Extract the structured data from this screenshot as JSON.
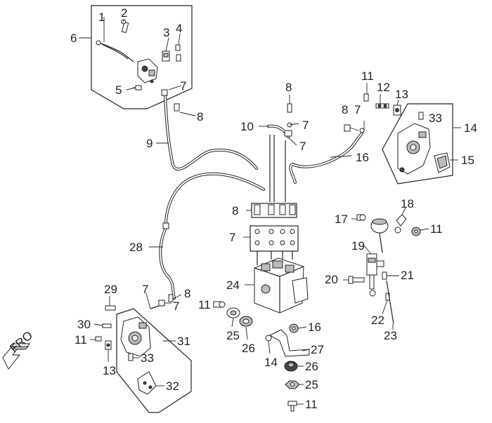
{
  "callouts": [
    {
      "id": "c1",
      "text": "1"
    },
    {
      "id": "c2",
      "text": "2"
    },
    {
      "id": "c3",
      "text": "3"
    },
    {
      "id": "c4",
      "text": "4"
    },
    {
      "id": "c5",
      "text": "5"
    },
    {
      "id": "c6",
      "text": "6"
    },
    {
      "id": "c7a",
      "text": "7"
    },
    {
      "id": "c8a",
      "text": "8"
    },
    {
      "id": "c9",
      "text": "9"
    },
    {
      "id": "c8b",
      "text": "8"
    },
    {
      "id": "c10",
      "text": "10"
    },
    {
      "id": "c7b",
      "text": "7"
    },
    {
      "id": "c7c",
      "text": "7"
    },
    {
      "id": "c11a",
      "text": "11"
    },
    {
      "id": "c12",
      "text": "12"
    },
    {
      "id": "c13a",
      "text": "13"
    },
    {
      "id": "c8c",
      "text": "8"
    },
    {
      "id": "c7d",
      "text": "7"
    },
    {
      "id": "c33a",
      "text": "33"
    },
    {
      "id": "c14a",
      "text": "14"
    },
    {
      "id": "c16a",
      "text": "16"
    },
    {
      "id": "c15",
      "text": "15"
    },
    {
      "id": "c8d",
      "text": "8"
    },
    {
      "id": "c7e",
      "text": "7"
    },
    {
      "id": "c17",
      "text": "17"
    },
    {
      "id": "c18",
      "text": "18"
    },
    {
      "id": "c11b",
      "text": "11"
    },
    {
      "id": "c19",
      "text": "19"
    },
    {
      "id": "c28",
      "text": "28"
    },
    {
      "id": "c20",
      "text": "20"
    },
    {
      "id": "c21",
      "text": "21"
    },
    {
      "id": "c24",
      "text": "24"
    },
    {
      "id": "c22",
      "text": "22"
    },
    {
      "id": "c23",
      "text": "23"
    },
    {
      "id": "c29",
      "text": "29"
    },
    {
      "id": "c7f",
      "text": "7"
    },
    {
      "id": "c8e",
      "text": "8"
    },
    {
      "id": "c7g",
      "text": "7"
    },
    {
      "id": "c11c",
      "text": "11"
    },
    {
      "id": "c25a",
      "text": "25"
    },
    {
      "id": "c26a",
      "text": "26"
    },
    {
      "id": "c16b",
      "text": "16"
    },
    {
      "id": "c30",
      "text": "30"
    },
    {
      "id": "c31",
      "text": "31"
    },
    {
      "id": "c11d",
      "text": "11"
    },
    {
      "id": "c27",
      "text": "27"
    },
    {
      "id": "c13b",
      "text": "13"
    },
    {
      "id": "c33b",
      "text": "33"
    },
    {
      "id": "c14b",
      "text": "14"
    },
    {
      "id": "c26b",
      "text": "26"
    },
    {
      "id": "c32",
      "text": "32"
    },
    {
      "id": "c25b",
      "text": "25"
    },
    {
      "id": "c11e",
      "text": "11"
    }
  ],
  "direction_arrow": {
    "icon": "front-direction-arrow-icon"
  }
}
